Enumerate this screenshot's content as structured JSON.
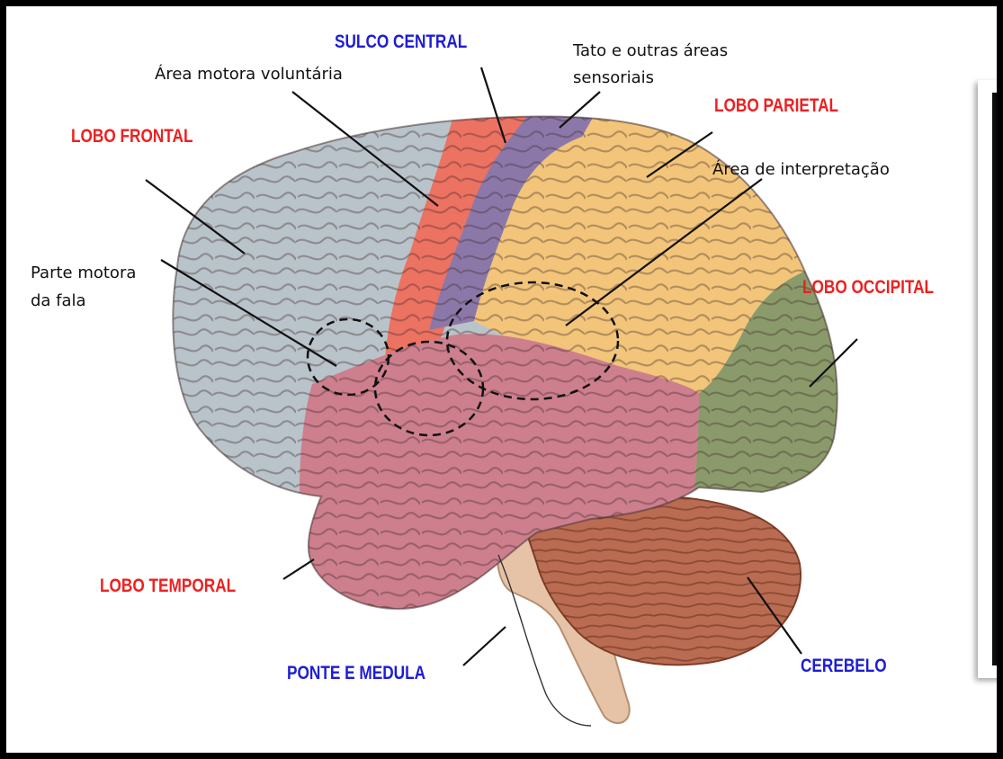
{
  "labels": {
    "sulco_central": "SULCO CENTRAL",
    "area_motora": "Área motora voluntária",
    "tato_line1": "Tato e outras áreas",
    "tato_line2": "sensoriais",
    "lobo_parietal": "LOBO PARIETAL",
    "lobo_frontal": "LOBO FRONTAL",
    "area_interpretacao": "Área de interpretação",
    "parte_motora_line1": "Parte motora",
    "parte_motora_line2": "da fala",
    "lobo_occipital": "LOBO OCCIPITAL",
    "lobo_temporal": "LOBO TEMPORAL",
    "ponte_medula": "PONTE E MEDULA",
    "cerebelo": "CEREBELO"
  },
  "colors": {
    "lobe_label": "#ee2020",
    "structure_label": "#1d1dd6",
    "frontal": "#b9c3ca",
    "motor_strip": "#ec7262",
    "sensory_strip": "#8c78a8",
    "parietal": "#f2c57a",
    "occipital": "#8a9a6a",
    "temporal": "#cd7f8e",
    "cerebellum": "#b96c52",
    "brainstem": "#e6c3a6"
  }
}
